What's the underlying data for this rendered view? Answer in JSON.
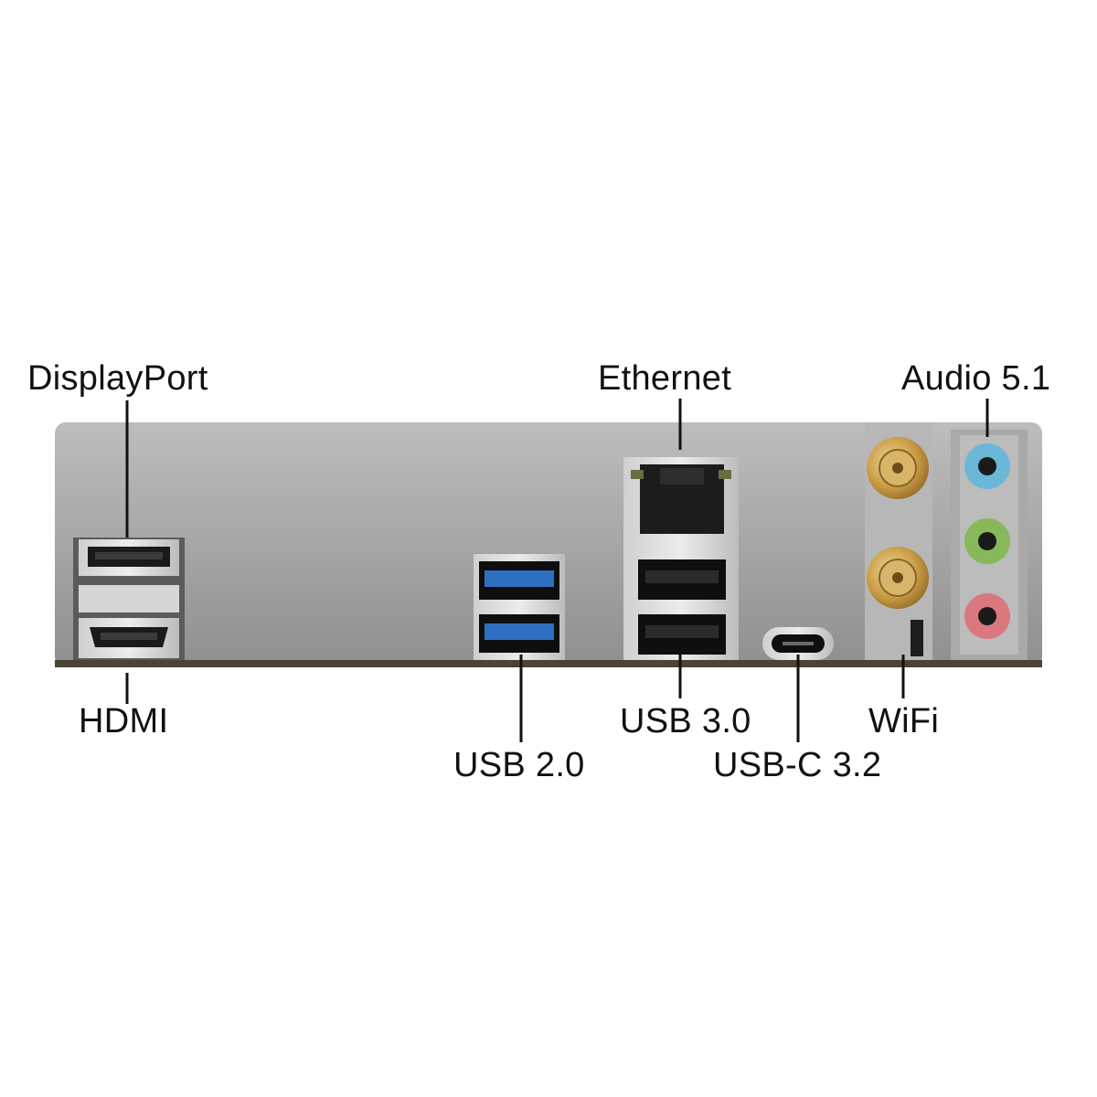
{
  "labels": {
    "displayport": "DisplayPort",
    "hdmi": "HDMI",
    "usb20": "USB 2.0",
    "ethernet": "Ethernet",
    "usb30": "USB 3.0",
    "usbc": "USB-C 3.2",
    "wifi": "WiFi",
    "audio": "Audio 5.1"
  },
  "colors": {
    "panel": "#a3a3a3",
    "usb_blue": "#2f6fc2",
    "audio_blue": "#6ab7d8",
    "audio_green": "#87b85a",
    "audio_pink": "#d9787e",
    "antenna_gold": "#c8a04a"
  }
}
